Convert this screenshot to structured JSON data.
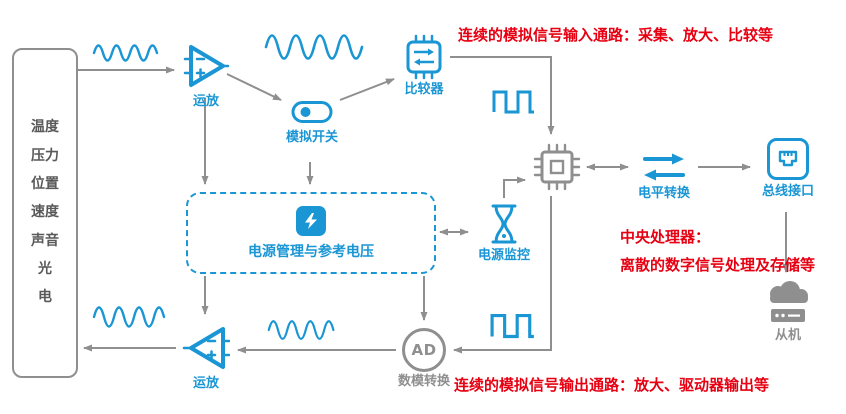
{
  "colors": {
    "accent_blue": "#1a96d4",
    "line_gray": "#8f8f8f",
    "note_red": "#e60012",
    "sensor_text": "#595959"
  },
  "sensor_box": {
    "items": [
      "温度",
      "压力",
      "位置",
      "速度",
      "声音",
      "光",
      "电"
    ]
  },
  "nodes": {
    "opamp_top": {
      "label": "运放"
    },
    "analog_switch": {
      "label": "模拟开关"
    },
    "comparator": {
      "label": "比较器"
    },
    "power_mgmt": {
      "label": "电源管理与参考电压"
    },
    "power_monitor": {
      "label": "电源监控"
    },
    "level_shift": {
      "label": "电平转换"
    },
    "bus_interface": {
      "label": "总线接口"
    },
    "slave": {
      "label": "从机"
    },
    "dac": {
      "label": "数模转换",
      "icon_text": "AD"
    },
    "opamp_bottom": {
      "label": "运放"
    }
  },
  "annotations": {
    "input_path": "连续的模拟信号输入通路：采集、放大、比较等",
    "cpu_title": "中央处理器：",
    "cpu_desc": "离散的数字信号处理及存储等",
    "output_path": "连续的模拟信号输出通路：放大、驱动器输出等"
  }
}
